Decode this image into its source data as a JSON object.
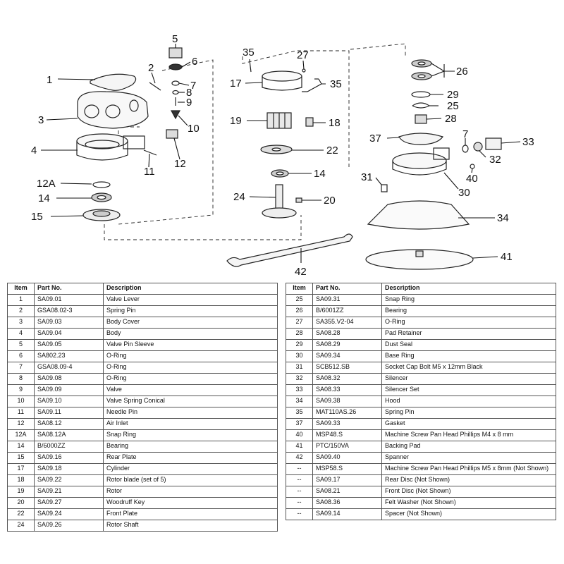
{
  "callouts": [
    {
      "id": "1",
      "text": "1"
    },
    {
      "id": "2",
      "text": "2"
    },
    {
      "id": "3",
      "text": "3"
    },
    {
      "id": "4",
      "text": "4"
    },
    {
      "id": "5",
      "text": "5"
    },
    {
      "id": "6",
      "text": "6"
    },
    {
      "id": "7a",
      "text": "7"
    },
    {
      "id": "8",
      "text": "8"
    },
    {
      "id": "9",
      "text": "9"
    },
    {
      "id": "10",
      "text": "10"
    },
    {
      "id": "11",
      "text": "11"
    },
    {
      "id": "12",
      "text": "12"
    },
    {
      "id": "12A",
      "text": "12A"
    },
    {
      "id": "14a",
      "text": "14"
    },
    {
      "id": "15",
      "text": "15"
    },
    {
      "id": "35a",
      "text": "35"
    },
    {
      "id": "27",
      "text": "27"
    },
    {
      "id": "17",
      "text": "17"
    },
    {
      "id": "35b",
      "text": "35"
    },
    {
      "id": "19",
      "text": "19"
    },
    {
      "id": "18",
      "text": "18"
    },
    {
      "id": "22",
      "text": "22"
    },
    {
      "id": "14b",
      "text": "14"
    },
    {
      "id": "24",
      "text": "24"
    },
    {
      "id": "20",
      "text": "20"
    },
    {
      "id": "42",
      "text": "42"
    },
    {
      "id": "26",
      "text": "26"
    },
    {
      "id": "29",
      "text": "29"
    },
    {
      "id": "25",
      "text": "25"
    },
    {
      "id": "28",
      "text": "28"
    },
    {
      "id": "37",
      "text": "37"
    },
    {
      "id": "7b",
      "text": "7"
    },
    {
      "id": "33",
      "text": "33"
    },
    {
      "id": "32",
      "text": "32"
    },
    {
      "id": "31",
      "text": "31"
    },
    {
      "id": "40",
      "text": "40"
    },
    {
      "id": "30",
      "text": "30"
    },
    {
      "id": "34",
      "text": "34"
    },
    {
      "id": "41",
      "text": "41"
    }
  ],
  "table_headers": {
    "item": "Item",
    "part": "Part No.",
    "desc": "Description"
  },
  "parts_left": [
    {
      "item": "1",
      "part": "SA09.01",
      "desc": "Valve Lever"
    },
    {
      "item": "2",
      "part": "GSA08.02-3",
      "desc": "Spring Pin"
    },
    {
      "item": "3",
      "part": "SA09.03",
      "desc": "Body Cover"
    },
    {
      "item": "4",
      "part": "SA09.04",
      "desc": "Body"
    },
    {
      "item": "5",
      "part": "SA09.05",
      "desc": "Valve Pin Sleeve"
    },
    {
      "item": "6",
      "part": "SA802.23",
      "desc": "O-Ring"
    },
    {
      "item": "7",
      "part": "GSA08.09-4",
      "desc": "O-Ring"
    },
    {
      "item": "8",
      "part": "SA09.08",
      "desc": "O-Ring"
    },
    {
      "item": "9",
      "part": "SA09.09",
      "desc": "Valve"
    },
    {
      "item": "10",
      "part": "SA09.10",
      "desc": "Valve Spring Conical"
    },
    {
      "item": "11",
      "part": "SA09.11",
      "desc": "Needle Pin"
    },
    {
      "item": "12",
      "part": "SA08.12",
      "desc": "Air Inlet"
    },
    {
      "item": "12A",
      "part": "SA08.12A",
      "desc": "Snap Ring"
    },
    {
      "item": "14",
      "part": "B/6000ZZ",
      "desc": "Bearing"
    },
    {
      "item": "15",
      "part": "SA09.16",
      "desc": "Rear Plate"
    },
    {
      "item": "17",
      "part": "SA09.18",
      "desc": "Cylinder"
    },
    {
      "item": "18",
      "part": "SA09.22",
      "desc": "Rotor blade (set of 5)"
    },
    {
      "item": "19",
      "part": "SA09.21",
      "desc": "Rotor"
    },
    {
      "item": "20",
      "part": "SA09.27",
      "desc": "Woodruff Key"
    },
    {
      "item": "22",
      "part": "SA09.24",
      "desc": "Front Plate"
    },
    {
      "item": "24",
      "part": "SA09.26",
      "desc": "Rotor Shaft"
    }
  ],
  "parts_right": [
    {
      "item": "25",
      "part": "SA09.31",
      "desc": "Snap Ring"
    },
    {
      "item": "26",
      "part": "B/6001ZZ",
      "desc": "Bearing"
    },
    {
      "item": "27",
      "part": "SA355.V2-04",
      "desc": "O-Ring"
    },
    {
      "item": "28",
      "part": "SA08.28",
      "desc": "Pad Retainer"
    },
    {
      "item": "29",
      "part": "SA08.29",
      "desc": "Dust Seal"
    },
    {
      "item": "30",
      "part": "SA09.34",
      "desc": "Base Ring"
    },
    {
      "item": "31",
      "part": "SCB512.SB",
      "desc": "Socket Cap Bolt M5 x 12mm Black"
    },
    {
      "item": "32",
      "part": "SA08.32",
      "desc": "Silencer"
    },
    {
      "item": "33",
      "part": "SA08.33",
      "desc": "Silencer Set"
    },
    {
      "item": "34",
      "part": "SA09.38",
      "desc": "Hood"
    },
    {
      "item": "35",
      "part": "MAT110AS.26",
      "desc": "Spring Pin"
    },
    {
      "item": "37",
      "part": "SA09.33",
      "desc": "Gasket"
    },
    {
      "item": "40",
      "part": "MSP48.S",
      "desc": "Machine Screw Pan Head Phillips M4 x 8 mm"
    },
    {
      "item": "41",
      "part": "PTC/150VA",
      "desc": "Backing Pad"
    },
    {
      "item": "42",
      "part": "SA09.40",
      "desc": "Spanner"
    },
    {
      "item": "--",
      "part": "MSP58.S",
      "desc": "Machine Screw Pan Head Phillips M5 x 8mm (Not Shown)"
    },
    {
      "item": "--",
      "part": "SA09.17",
      "desc": "Rear Disc (Not Shown)"
    },
    {
      "item": "--",
      "part": "SA08.21",
      "desc": "Front Disc (Not Shown)"
    },
    {
      "item": "--",
      "part": "SA08.36",
      "desc": "Felt Washer (Not Shown)"
    },
    {
      "item": "--",
      "part": "SA09.14",
      "desc": "Spacer (Not Shown)"
    }
  ]
}
